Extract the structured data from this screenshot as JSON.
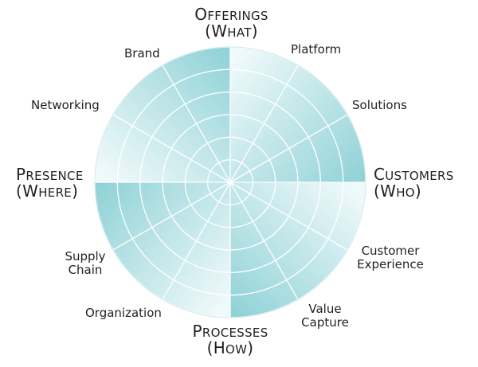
{
  "dimensions": [
    {
      "key": "offerings",
      "line1": "Offerings",
      "line2": "(What)"
    },
    {
      "key": "customers",
      "line1": "Customers",
      "line2": "(Who)"
    },
    {
      "key": "processes",
      "line1": "Processes",
      "line2": "(How)"
    },
    {
      "key": "presence",
      "line1": "Presence",
      "line2": "(Where)"
    }
  ],
  "spokes": [
    {
      "key": "platform",
      "label": "Platform"
    },
    {
      "key": "solutions",
      "label": "Solutions"
    },
    {
      "key": "customer-experience",
      "line1": "Customer",
      "line2": "Experience"
    },
    {
      "key": "value-capture",
      "line1": "Value",
      "line2": "Capture"
    },
    {
      "key": "organization",
      "label": "Organization"
    },
    {
      "key": "supply-chain",
      "line1": "Supply",
      "line2": "Chain"
    },
    {
      "key": "networking",
      "label": "Networking"
    },
    {
      "key": "brand",
      "label": "Brand"
    }
  ],
  "colors": {
    "fill_dark": "#8ed1d6",
    "fill_light": "#f1fafb",
    "lines": "#ffffff",
    "text": "#231f20"
  },
  "ring_count": 6
}
